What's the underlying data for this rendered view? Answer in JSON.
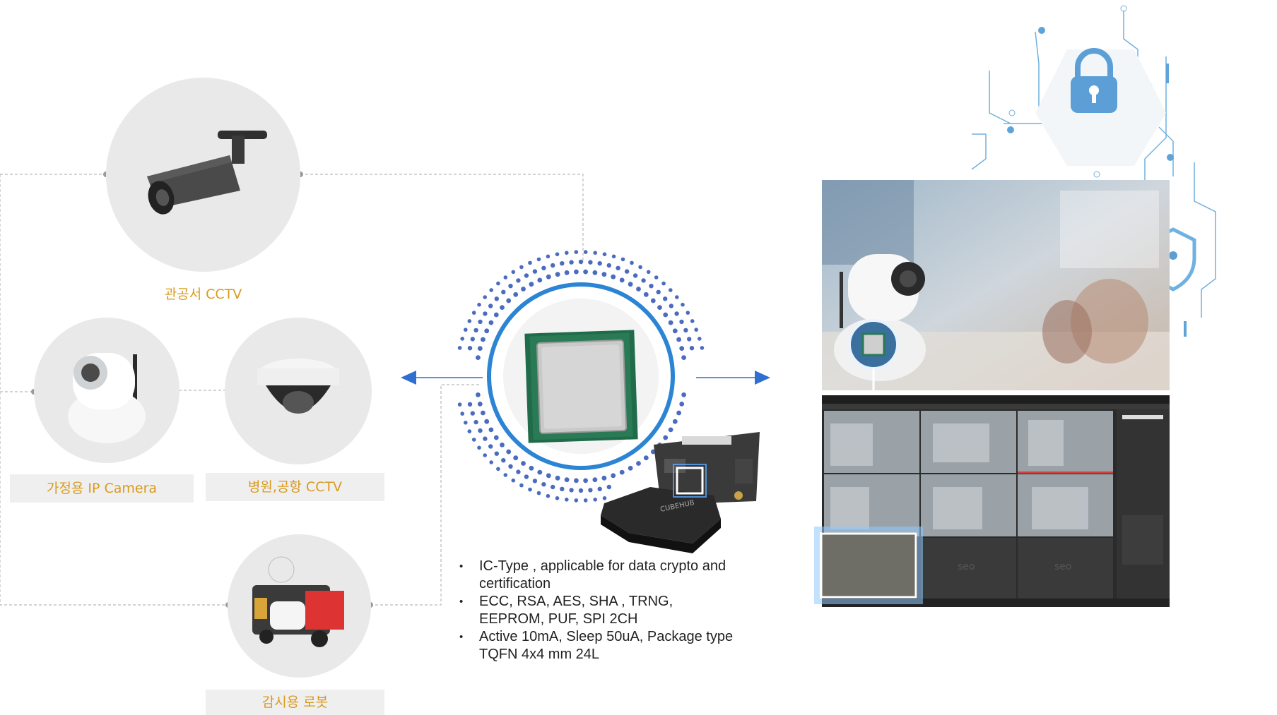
{
  "devices": [
    {
      "id": "public-office-cctv",
      "label": "관공서 CCTV"
    },
    {
      "id": "home-ip-camera",
      "label": "가정용 IP Camera"
    },
    {
      "id": "hospital-airport-cctv",
      "label": "병원,공항 CCTV"
    },
    {
      "id": "surveillance-robot",
      "label": "감시용 로봇"
    }
  ],
  "specs": [
    "IC-Type , applicable for data crypto and certification",
    "ECC, RSA, AES, SHA , TRNG, EEPROM, PUF, SPI 2CH",
    "Active 10mA, Sleep 50uA, Package type TQFN 4x4 mm 24L"
  ],
  "board_text": "CUBEHUB",
  "vms_watermark": "seo",
  "colors": {
    "label": "#d99a1e",
    "accent_blue": "#2f6fd0",
    "dot_blue": "#4a6bbf",
    "circuit_blue": "#6fb1e0"
  }
}
